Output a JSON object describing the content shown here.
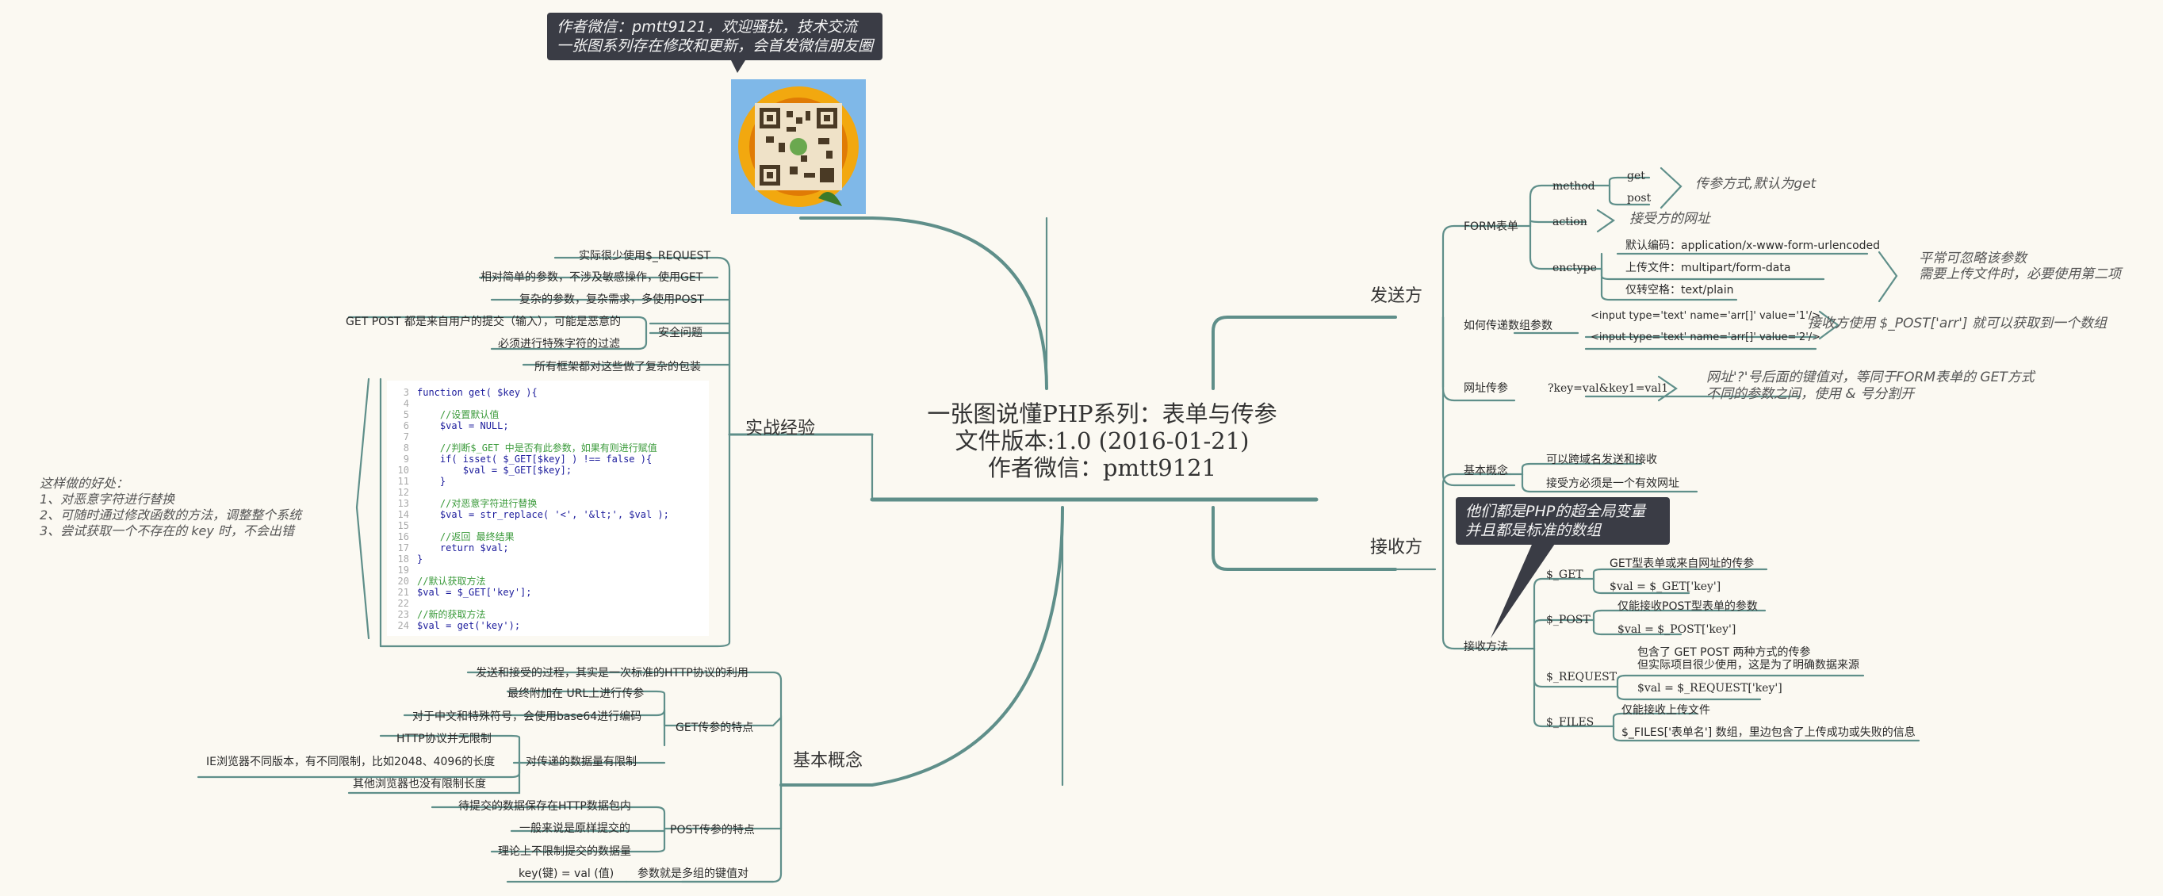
{
  "center": {
    "line1": "一张图说懂PHP系列：表单与传参",
    "line2": "文件版本:1.0 (2016-01-21)",
    "line3": "作者微信：pmtt9121"
  },
  "top_callout": {
    "line1": "作者微信：pmtt9121，欢迎骚扰，技术交流",
    "line2": "一张图系列存在修改和更新，会首发微信朋友圈"
  },
  "send": {
    "label": "发送方",
    "form": "FORM表单",
    "method": "method",
    "get": "get",
    "post": "post",
    "method_note": "传参方式,默认为get",
    "action": "action",
    "action_note": "接受方的网址",
    "enctype": "enctype",
    "enc1": "默认编码：application/x-www-form-urlencoded",
    "enc2": "上传文件：multipart/form-data",
    "enc3": "仅转空格：text/plain",
    "enc_note1": "平常可忽略该参数",
    "enc_note2": "需要上传文件时，必要使用第二项",
    "array": "如何传递数组参数",
    "array1": "<input type='text' name='arr[]' value='1'/>",
    "array2": "<input type='text' name='arr[]' value='2'/>",
    "array_note": "接收方使用 $_POST['arr'] 就可以获取到一个数组",
    "url": "网址传参",
    "url_value": "?key=val&key1=val1",
    "url_note1": "网址'?'号后面的键值对，等同于FORM表单的 GET方式",
    "url_note2": "不同的参数之间，使用 & 号分割开"
  },
  "receive": {
    "label": "接收方",
    "basic": "基本概念",
    "basic1": "可以跨域名发送和接收",
    "basic2": "接受方必须是一个有效网址",
    "callout1": "他们都是PHP的超全局变量",
    "callout2": "并且都是标准的数组",
    "method": "接收方法",
    "get": "$_GET",
    "get1": "GET型表单或来自网址的传参",
    "get2": "$val = $_GET['key']",
    "post": "$_POST",
    "post1": "仅能接收POST型表单的参数",
    "post2": "$val = $_POST['key']",
    "request": "$_REQUEST",
    "request1a": "包含了 GET POST 两种方式的传参",
    "request1b": "但实际项目很少使用，这是为了明确数据来源",
    "request2": "$val = $_REQUEST['key']",
    "files": "$_FILES",
    "files1": "仅能接收上传文件",
    "files2": "$_FILES['表单名'] 数组，里边包含了上传成功或失败的信息"
  },
  "practice": {
    "label": "实战经验",
    "p1": "实际很少使用$_REQUEST",
    "p2": "相对简单的参数，不涉及敏感操作，使用GET",
    "p3": "复杂的参数，复杂需求，多使用POST",
    "security": "安全问题",
    "s1": "GET POST 都是来自用户的提交（输入），可能是恶意的",
    "s2": "必须进行特殊字符的过滤",
    "p4": "所有框架都对这些做了复杂的包装",
    "benefit_title": "这样做的好处：",
    "benefit1": "1、对恶意字符进行替换",
    "benefit2": "2、可随时通过修改函数的方法，调整整个系统",
    "benefit3": "3、尝试获取一个不存在的 key 时，不会出错",
    "code": [
      {
        "n": "3",
        "t": "function get( $key ){",
        "c": false
      },
      {
        "n": "4",
        "t": "",
        "c": false
      },
      {
        "n": "5",
        "t": "    //设置默认值",
        "c": true
      },
      {
        "n": "6",
        "t": "    $val = NULL;",
        "c": false
      },
      {
        "n": "7",
        "t": "",
        "c": false
      },
      {
        "n": "8",
        "t": "    //判断$_GET 中是否有此参数，如果有则进行赋值",
        "c": true
      },
      {
        "n": "9",
        "t": "    if( isset( $_GET[$key] ) !== false ){",
        "c": false
      },
      {
        "n": "10",
        "t": "        $val = $_GET[$key];",
        "c": false
      },
      {
        "n": "11",
        "t": "    }",
        "c": false
      },
      {
        "n": "12",
        "t": "",
        "c": false
      },
      {
        "n": "13",
        "t": "    //对恶意字符进行替换",
        "c": true
      },
      {
        "n": "14",
        "t": "    $val = str_replace( '<', '&lt;', $val );",
        "c": false
      },
      {
        "n": "15",
        "t": "",
        "c": false
      },
      {
        "n": "16",
        "t": "    //返回 最终结果",
        "c": true
      },
      {
        "n": "17",
        "t": "    return $val;",
        "c": false
      },
      {
        "n": "18",
        "t": "}",
        "c": false
      },
      {
        "n": "19",
        "t": "",
        "c": false
      },
      {
        "n": "20",
        "t": "//默认获取方法",
        "c": true
      },
      {
        "n": "21",
        "t": "$val = $_GET['key'];",
        "c": false
      },
      {
        "n": "22",
        "t": "",
        "c": false
      },
      {
        "n": "23",
        "t": "//新的获取方法",
        "c": true
      },
      {
        "n": "24",
        "t": "$val = get('key');",
        "c": false
      }
    ]
  },
  "basics": {
    "label": "基本概念",
    "b1": "发送和接受的过程，其实是一次标准的HTTP协议的利用",
    "get_label": "GET传参的特点",
    "g1": "最终附加在 URL上进行传参",
    "g2": "对于中文和特殊符号，会使用base64进行编码",
    "limit": "对传递的数据量有限制",
    "l1": "HTTP协议并无限制",
    "l2": "IE浏览器不同版本，有不同限制，比如2048、4096的长度",
    "l3": "其他浏览器也没有限制长度",
    "post_label": "POST传参的特点",
    "p1": "待提交的数据保存在HTTP数据包内",
    "p2": "一般来说是原样提交的",
    "p3": "理论上不限制提交的数据量",
    "kv_label": "参数就是多组的键值对",
    "kv": "key(键) = val (值)"
  },
  "colors": {
    "line": "#5f8f8a",
    "callout": "#3a3c45",
    "bg": "#fbf9f2"
  }
}
